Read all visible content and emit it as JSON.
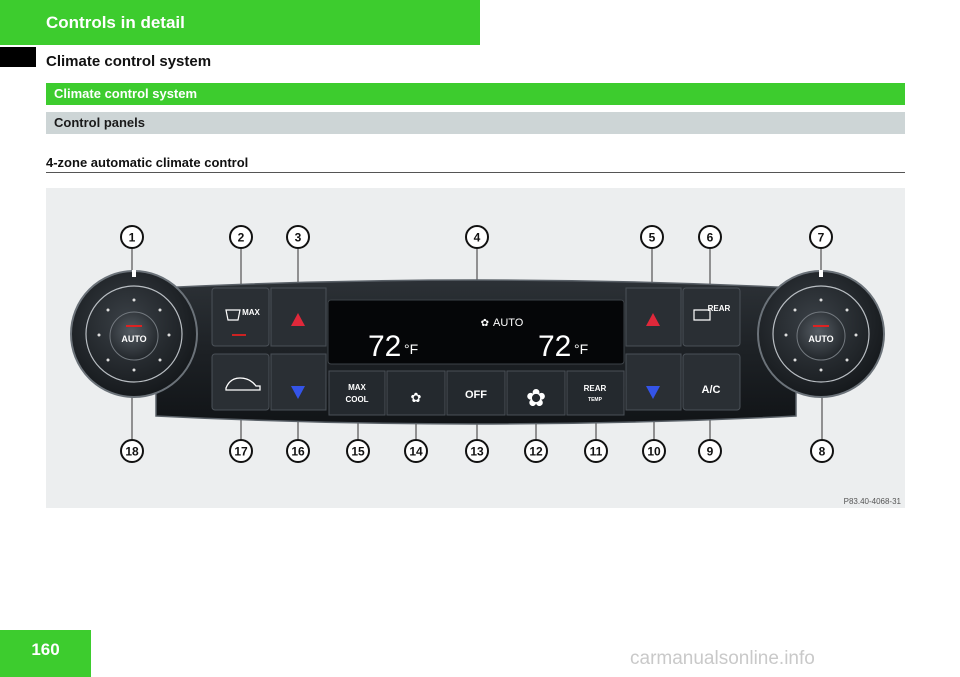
{
  "header": {
    "chapter": "Controls in detail",
    "section": "Climate control system"
  },
  "bars": {
    "green": "Climate control system",
    "grey": "Control panels"
  },
  "subheading": "4-zone automatic climate control",
  "figure": {
    "ref": "P83.40-4068-31",
    "callouts": [
      "1",
      "2",
      "3",
      "4",
      "5",
      "6",
      "7",
      "8",
      "9",
      "10",
      "11",
      "12",
      "13",
      "14",
      "15",
      "16",
      "17",
      "18"
    ],
    "display": {
      "temp_left": "72",
      "temp_right": "72",
      "unit": "°F",
      "mode": "AUTO"
    },
    "buttons": {
      "auto_left": "AUTO",
      "auto_right": "AUTO",
      "defrost": "MAX",
      "rear_defrost": "REAR",
      "max_cool_line1": "MAX",
      "max_cool_line2": "COOL",
      "off": "OFF",
      "rear_temp_line1": "REAR",
      "rear_temp_line2": "TEMP",
      "ac": "A/C"
    }
  },
  "page_number": "160",
  "watermark": "carmanualsonline.info"
}
